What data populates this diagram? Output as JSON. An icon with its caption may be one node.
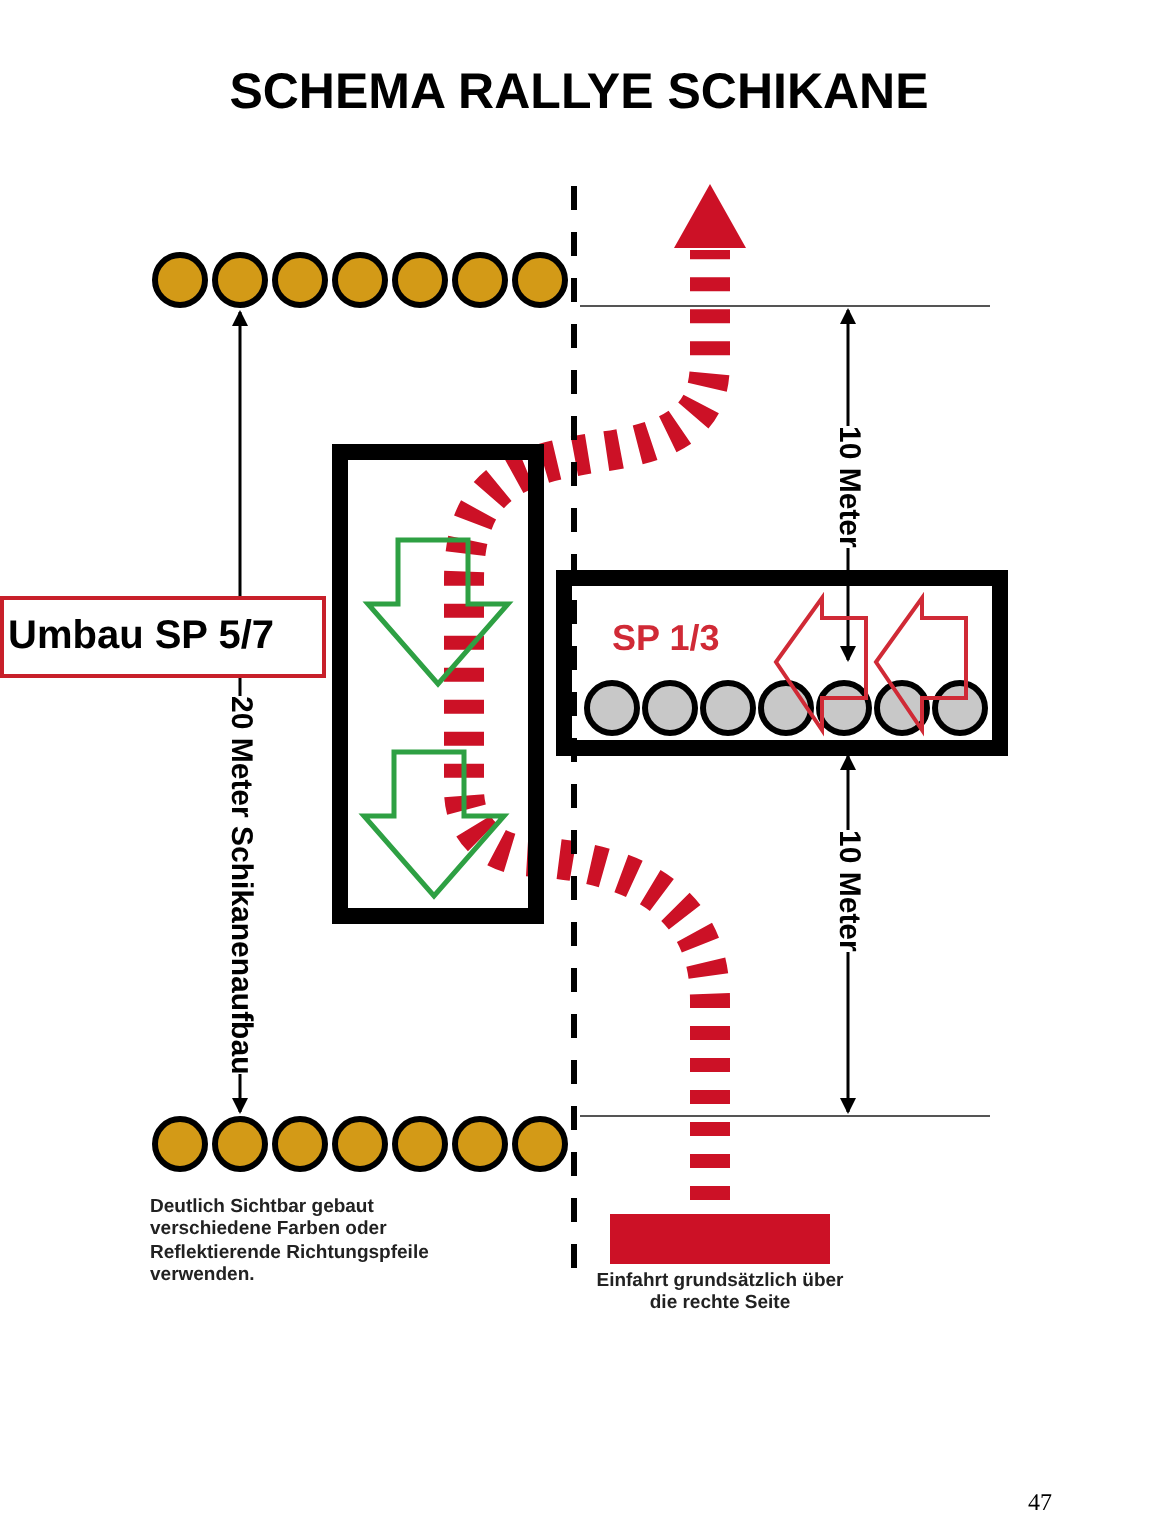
{
  "diagram": {
    "title": "SCHEMA RALLYE SCHIKANE",
    "nodes": [
      {
        "text": [],
        "shape": "box"
      },
      {
        "text": [
          "SP 1/3"
        ]
      },
      {
        "text": [
          "Umbau SP 5/7"
        ]
      }
    ],
    "labels": [
      "20 Meter Schikanenaufbau",
      "10 Meter",
      "10 Meter",
      "Deutlich Sichtbar gebaut verschiedene Farben oder Reflektierende Richtungspfeile verwenden.",
      "Einfahrt grundsätzlich über die rechte Seite",
      "47"
    ]
  }
}
